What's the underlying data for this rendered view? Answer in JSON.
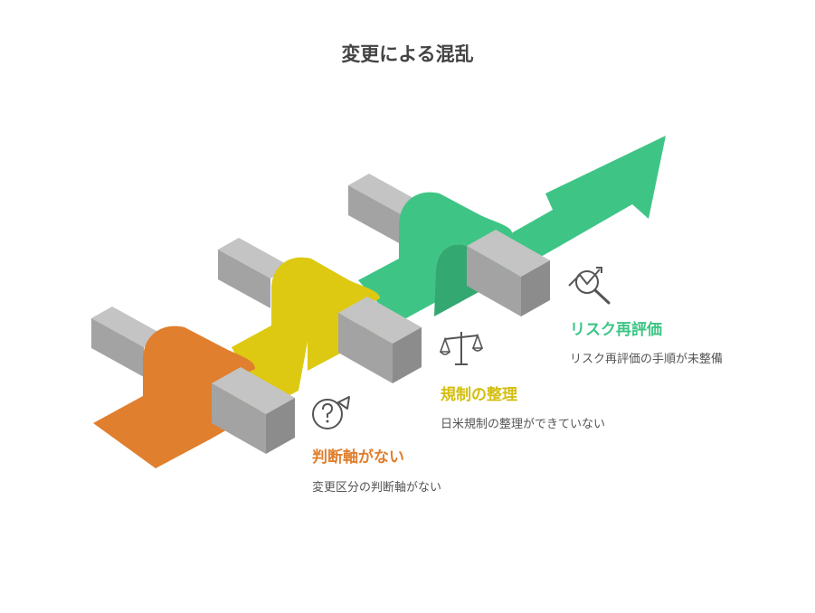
{
  "title": "変更による混乱",
  "steps": [
    {
      "label": "判断軸がない",
      "desc": "変更区分の判断軸がない",
      "color": "#E07F2E",
      "icon": "question-gender-icon"
    },
    {
      "label": "規制の整理",
      "desc": "日米規制の整理ができていない",
      "color": "#DDC912",
      "icon": "balance-scale-icon"
    },
    {
      "label": "リスク再評価",
      "desc": "リスク再評価の手順が未整備",
      "color": "#3EC585",
      "icon": "trend-magnify-icon"
    }
  ],
  "colors": {
    "barrier": "#A3A3A3",
    "barrier_light": "#C4C4C4",
    "barrier_dark": "#8C8C8C"
  }
}
